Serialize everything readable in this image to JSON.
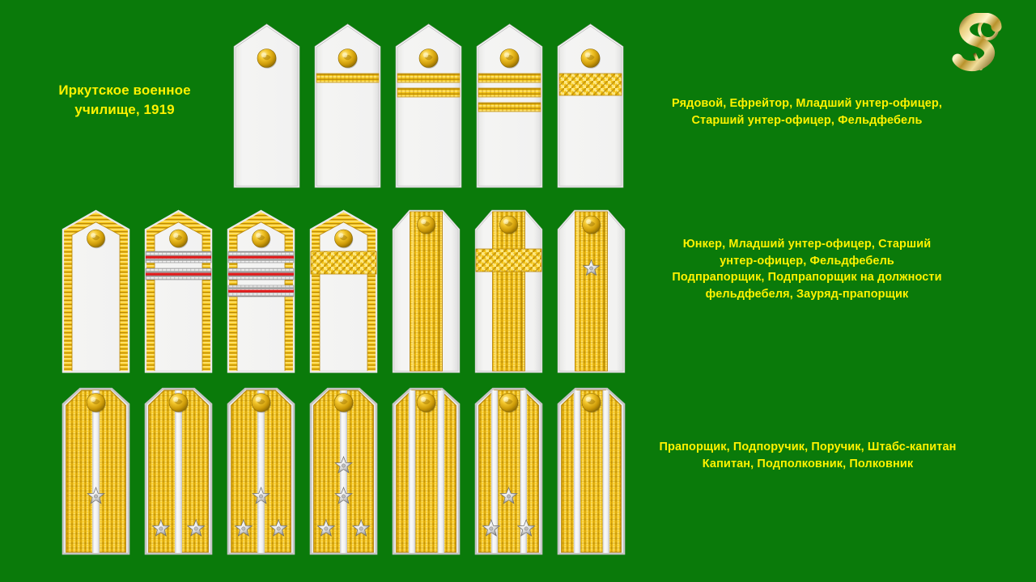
{
  "page": {
    "background_color": "#0a7a0a",
    "caption_color": "#fff200",
    "title": "Иркутское военное училище, 1919"
  },
  "logo": {
    "name": "sov-monogram",
    "letters": [
      "S",
      "O",
      "V"
    ],
    "color": "#c9a227"
  },
  "captions": {
    "title_line1": "Иркутское военное",
    "title_line2": "училище, 1919",
    "row1_line1": "Рядовой, Ефрейтор, Младший унтер-офицер,",
    "row1_line2": "Старший унтер-офицер, Фельдфебель",
    "row2_line1": "Юнкер, Младший унтер-офицер, Старший",
    "row2_line2": "унтер-офицер, Фельдфебель",
    "row2_line3": "Подпрапорщик, Подпрапорщик на должности",
    "row2_line4": "фельдфебеля, Зауряд-прапорщик",
    "row3_line1": "Прапорщик, Подпоручик, Поручик, Штабс-капитан",
    "row3_line2": "Капитан, Подполковник, Полковник"
  },
  "colors": {
    "gold_light": "#ffe14d",
    "gold": "#f5c412",
    "gold_dark": "#c99a06",
    "gold_deep": "#a87d04",
    "cloth_white": "#f1f1f0",
    "edge_grey": "#c9c9c9",
    "silver": "#d9d9d9",
    "silver_dark": "#9a9a9a",
    "red": "#e01b1b",
    "star": "#e8e8e8"
  },
  "rows": [
    {
      "id": "row-1",
      "label_key": "row1",
      "ranks": [
        {
          "name": "Рядовой",
          "stripes": 0,
          "wide_band": false
        },
        {
          "name": "Ефрейтор",
          "stripes": 1,
          "wide_band": false
        },
        {
          "name": "Младший унтер-офицер",
          "stripes": 2,
          "wide_band": false
        },
        {
          "name": "Старший унтер-офицер",
          "stripes": 3,
          "wide_band": false
        },
        {
          "name": "Фельдфебель",
          "stripes": 0,
          "wide_band": true
        }
      ]
    },
    {
      "id": "row-2",
      "label_key": "row2",
      "ranks": [
        {
          "name": "Юнкер",
          "type": "galloon-edge",
          "cross_stripes": 0
        },
        {
          "name": "Младший унтер-офицер",
          "type": "galloon-edge",
          "cross_stripes": 2
        },
        {
          "name": "Старший унтер-офицер",
          "type": "galloon-edge",
          "cross_stripes": 3
        },
        {
          "name": "Фельдфебель",
          "type": "galloon-edge",
          "cross_stripes": 0,
          "wide_band": true
        },
        {
          "name": "Подпрапорщик",
          "type": "centre-galloon",
          "wide_band": false,
          "stars": 0
        },
        {
          "name": "Подпрапорщик на должности фельдфебеля",
          "type": "centre-galloon",
          "wide_band": true,
          "stars": 0
        },
        {
          "name": "Зауряд-прапорщик",
          "type": "centre-galloon",
          "wide_band": false,
          "stars": 1
        }
      ]
    },
    {
      "id": "row-3",
      "label_key": "row3",
      "ranks": [
        {
          "name": "Прапорщик",
          "piping": 1,
          "stars": 1
        },
        {
          "name": "Подпоручик",
          "piping": 1,
          "stars": 2
        },
        {
          "name": "Поручик",
          "piping": 1,
          "stars": 3
        },
        {
          "name": "Штабс-капитан",
          "piping": 1,
          "stars": 4
        },
        {
          "name": "Капитан",
          "piping": 2,
          "stars": 0
        },
        {
          "name": "Подполковник",
          "piping": 2,
          "stars": 3
        },
        {
          "name": "Полковник",
          "piping": 2,
          "stars": 0
        }
      ]
    }
  ]
}
